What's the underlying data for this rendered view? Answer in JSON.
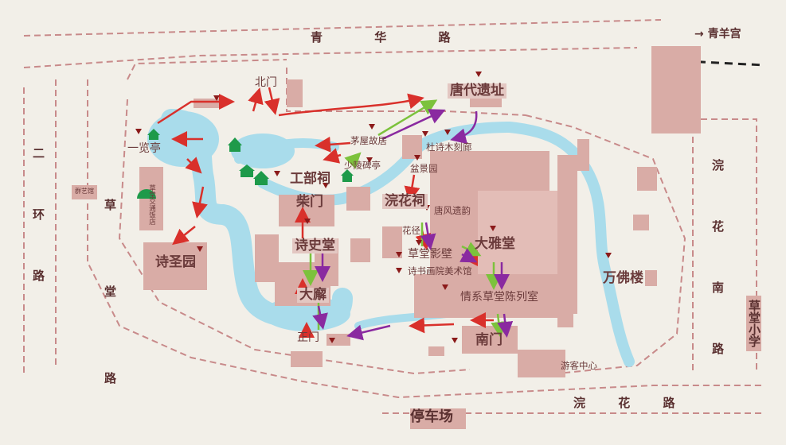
{
  "roads": {
    "qinghua": "青 华 路",
    "qingyanggong": "→ 青羊宫",
    "erhuan": "二 环 路",
    "caotang": "草 堂 路",
    "huanhua_nan": "浣 花 南 路",
    "huanhua_bottom": "浣 花 路"
  },
  "places": {
    "beimen": "北门",
    "tangdai": "唐代遗址",
    "yilanting": "一览亭",
    "maowu": "茅屋故居",
    "dushi": "杜诗木刻廊",
    "shaoling": "少陵碑亭",
    "penjing": "盆景园",
    "gongbu": "工部祠",
    "chaimen": "柴门",
    "huanhuaci": "浣花祠",
    "tangfeng": "唐风遗韵",
    "huajing": "花径",
    "shishitang": "诗史堂",
    "dayatang": "大雅堂",
    "yingbi": "草堂影壁",
    "shishu": "诗书画院美术馆",
    "shishengyuan": "诗圣园",
    "wanfolou": "万佛楼",
    "daxie": "大廨",
    "qingxi": "情系草堂陈列室",
    "zhengmen": "正门",
    "nanmen": "南门",
    "youke": "游客中心",
    "qunyi": "群艺馆",
    "jiaotong": "草堂交通饭店",
    "xiaoxue": "草堂小学",
    "parking": "停车场"
  },
  "colors": {
    "background": "#f2efe8",
    "building": "#d9aca6",
    "water": "#a9dceb",
    "boundary": "#c88a8a",
    "route_red": "#d9302b",
    "route_green": "#7cc23c",
    "route_purple": "#8a2aa0",
    "marker": "#8b1a1a",
    "pavilion": "#1e9a4a"
  }
}
